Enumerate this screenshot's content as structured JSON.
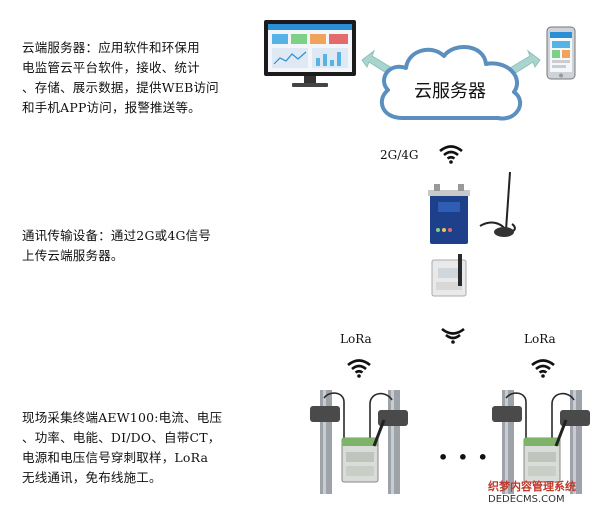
{
  "descriptions": {
    "cloud": "云端服务器：应用软件和环保用\n电监管云平台软件，接收、统计\n、存储、展示数据，提供WEB访问\n和手机APP访问，报警推送等。",
    "comm": "通讯传输设备：通过2G或4G信号\n上传云端服务器。",
    "field": "现场采集终端AEW100:电流、电压\n、功率、电能、DI/DO、自带CT，\n电源和电压信号穿刺取样，LoRa\n无线通讯，免布线施工。"
  },
  "cloud_label": "云服务器",
  "labels": {
    "network": "2G/4G",
    "lora_left": "LoRa",
    "lora_right": "LoRa"
  },
  "ellipsis": "• • •",
  "watermark": {
    "line1": "织梦内容管理系统",
    "line2": "DEDECMS.COM"
  },
  "colors": {
    "cloud_fill": "#ffffff",
    "cloud_stroke": "#5a8fbf",
    "arrow": "#a8d5ce",
    "device_blue": "#1e3f8a",
    "icon": "#111111"
  }
}
